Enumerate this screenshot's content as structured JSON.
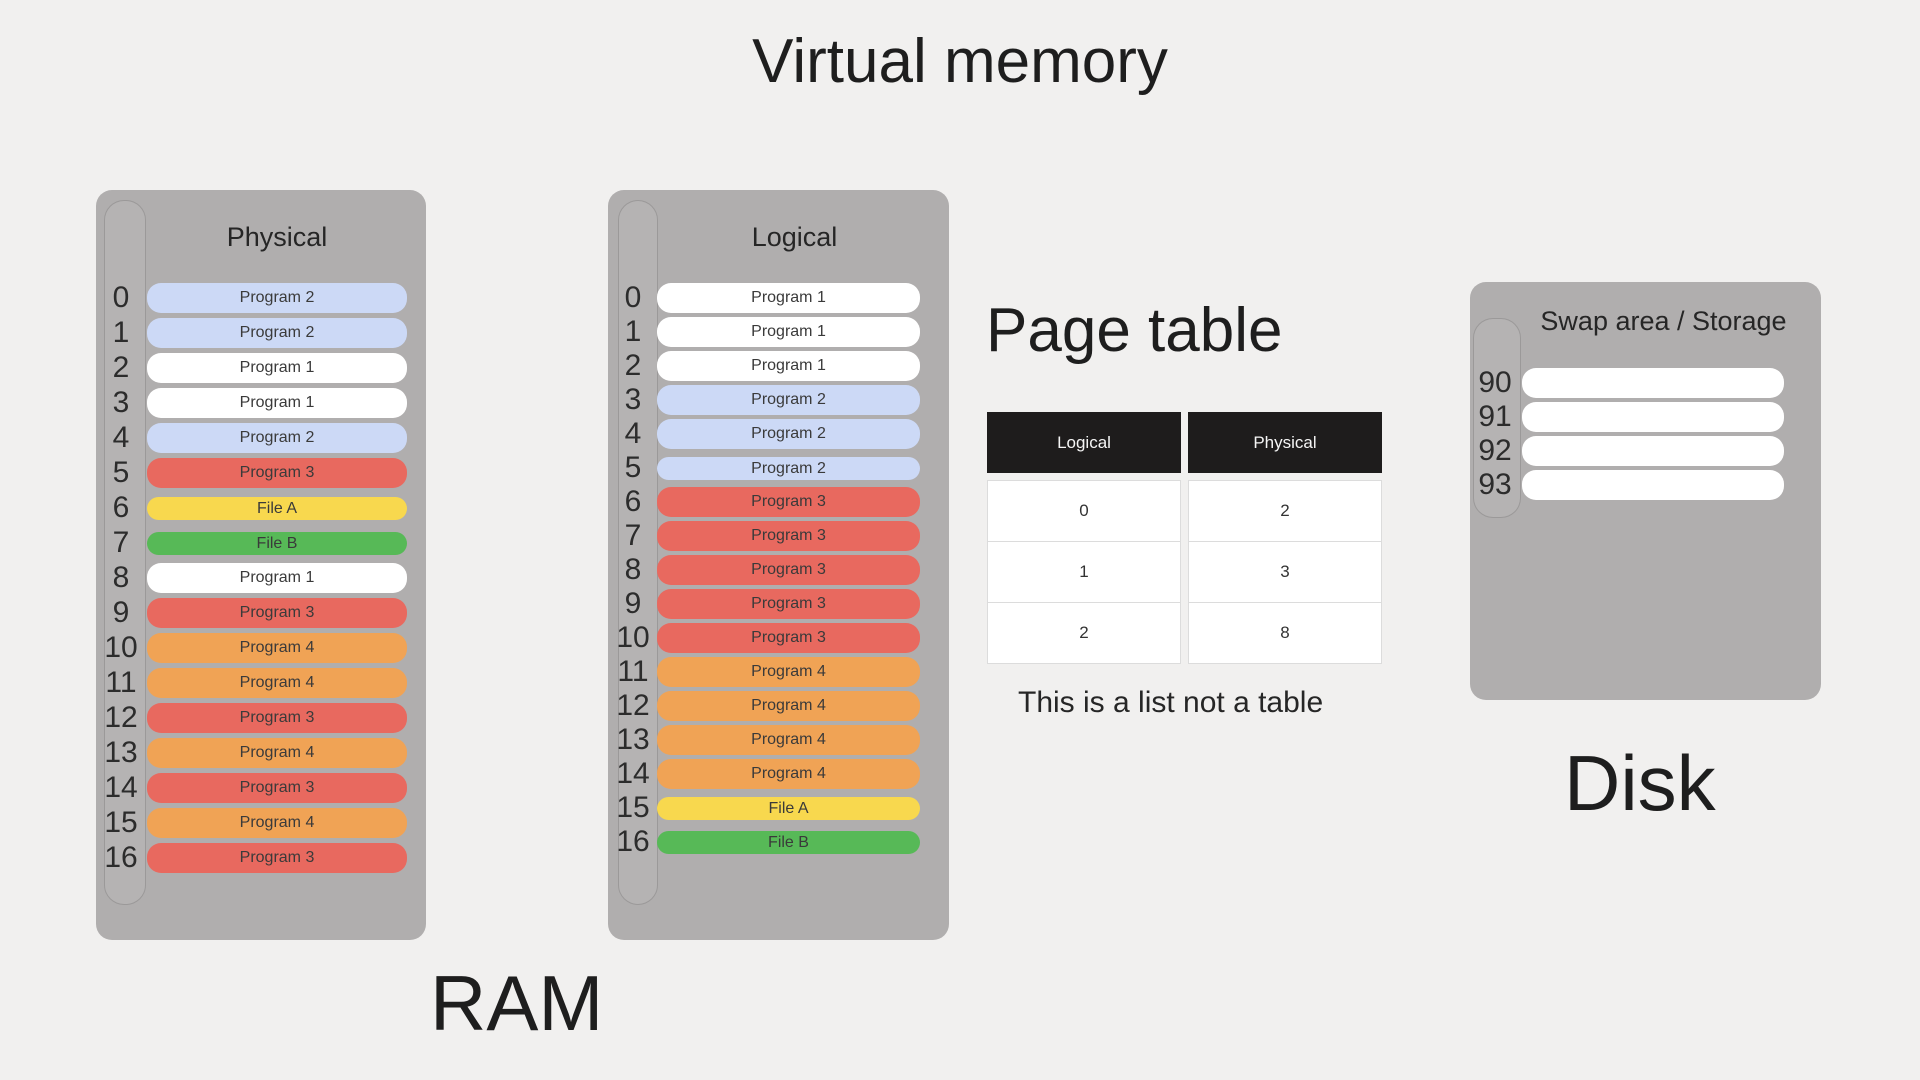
{
  "title": "Virtual memory",
  "colors": {
    "program1": "#ffffff",
    "program2": "#ccd9f6",
    "program3": "#e8695f",
    "program4": "#f0a355",
    "fileA": "#f8d84e",
    "fileB": "#57b957"
  },
  "ram": {
    "label": "RAM",
    "physical": {
      "title": "Physical",
      "rows": [
        {
          "index": "0",
          "label": "Program 2",
          "color": "program2"
        },
        {
          "index": "1",
          "label": "Program 2",
          "color": "program2"
        },
        {
          "index": "2",
          "label": "Program 1",
          "color": "program1"
        },
        {
          "index": "3",
          "label": "Program 1",
          "color": "program1"
        },
        {
          "index": "4",
          "label": "Program 2",
          "color": "program2"
        },
        {
          "index": "5",
          "label": "Program 3",
          "color": "program3"
        },
        {
          "index": "6",
          "label": "File A",
          "color": "fileA",
          "short": true
        },
        {
          "index": "7",
          "label": "File B",
          "color": "fileB",
          "short": true
        },
        {
          "index": "8",
          "label": "Program 1",
          "color": "program1"
        },
        {
          "index": "9",
          "label": "Program 3",
          "color": "program3"
        },
        {
          "index": "10",
          "label": "Program 4",
          "color": "program4"
        },
        {
          "index": "11",
          "label": "Program 4",
          "color": "program4"
        },
        {
          "index": "12",
          "label": "Program 3",
          "color": "program3"
        },
        {
          "index": "13",
          "label": "Program 4",
          "color": "program4"
        },
        {
          "index": "14",
          "label": "Program 3",
          "color": "program3"
        },
        {
          "index": "15",
          "label": "Program 4",
          "color": "program4"
        },
        {
          "index": "16",
          "label": "Program 3",
          "color": "program3"
        }
      ]
    },
    "logical": {
      "title": "Logical",
      "rows": [
        {
          "index": "0",
          "label": "Program 1",
          "color": "program1"
        },
        {
          "index": "1",
          "label": "Program 1",
          "color": "program1"
        },
        {
          "index": "2",
          "label": "Program 1",
          "color": "program1"
        },
        {
          "index": "3",
          "label": "Program 2",
          "color": "program2"
        },
        {
          "index": "4",
          "label": "Program 2",
          "color": "program2"
        },
        {
          "index": "5",
          "label": "Program 2",
          "color": "program2",
          "short": true
        },
        {
          "index": "6",
          "label": "Program 3",
          "color": "program3"
        },
        {
          "index": "7",
          "label": "Program 3",
          "color": "program3"
        },
        {
          "index": "8",
          "label": "Program 3",
          "color": "program3"
        },
        {
          "index": "9",
          "label": "Program 3",
          "color": "program3"
        },
        {
          "index": "10",
          "label": "Program 3",
          "color": "program3"
        },
        {
          "index": "11",
          "label": "Program 4",
          "color": "program4"
        },
        {
          "index": "12",
          "label": "Program 4",
          "color": "program4"
        },
        {
          "index": "13",
          "label": "Program 4",
          "color": "program4"
        },
        {
          "index": "14",
          "label": "Program 4",
          "color": "program4"
        },
        {
          "index": "15",
          "label": "File A",
          "color": "fileA",
          "short": true
        },
        {
          "index": "16",
          "label": "File B",
          "color": "fileB",
          "short": true
        }
      ]
    }
  },
  "page_table": {
    "title": "Page table",
    "note": "This is a list not a table",
    "columns": [
      {
        "header": "Logical",
        "values": [
          "0",
          "1",
          "2"
        ]
      },
      {
        "header": "Physical",
        "values": [
          "2",
          "3",
          "8"
        ]
      }
    ]
  },
  "disk": {
    "label": "Disk",
    "title": "Swap area / Storage",
    "slots": [
      "90",
      "91",
      "92",
      "93"
    ]
  }
}
